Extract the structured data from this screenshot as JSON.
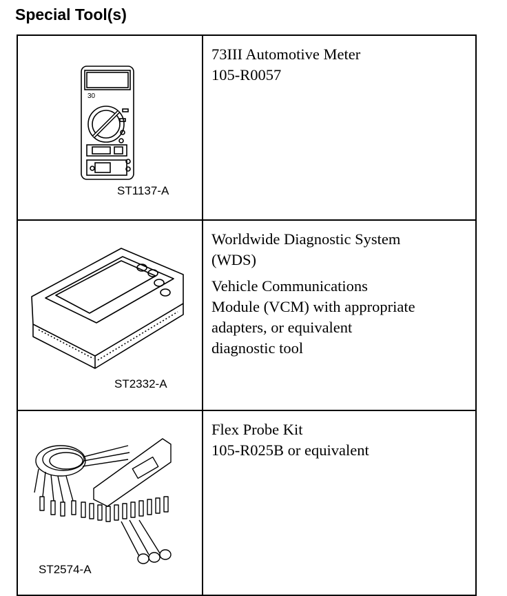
{
  "heading": "Special Tool(s)",
  "tools": [
    {
      "code": "ST1137-A",
      "icon": "multimeter-icon",
      "description": [
        "73III Automotive Meter",
        "105-R0057"
      ]
    },
    {
      "code": "ST2332-A",
      "icon": "diagnostic-system-icon",
      "description": [
        "Worldwide Diagnostic System",
        "(WDS)"
      ],
      "description2": [
        "Vehicle Communications",
        "Module (VCM) with appropriate",
        "adapters, or equivalent",
        "diagnostic tool"
      ]
    },
    {
      "code": "ST2574-A",
      "icon": "flex-probe-kit-icon",
      "description": [
        "Flex Probe Kit",
        "105-R025B or equivalent"
      ]
    }
  ]
}
